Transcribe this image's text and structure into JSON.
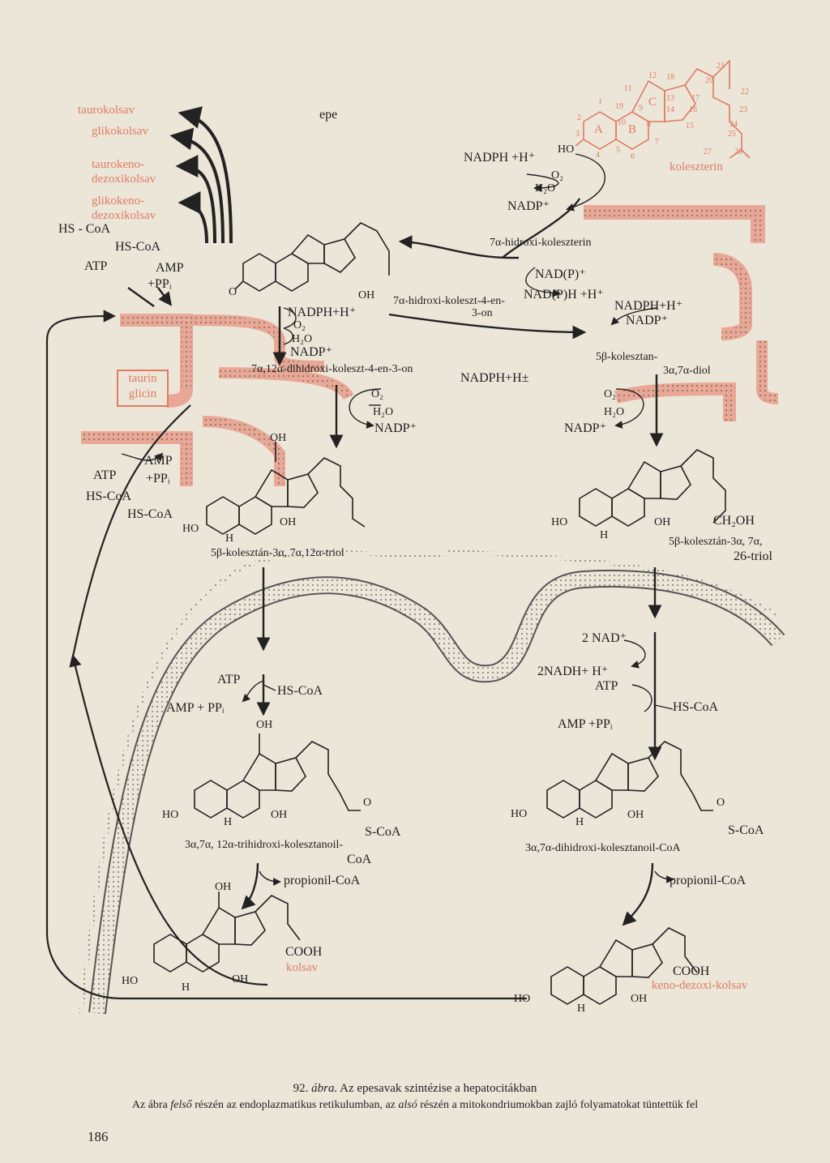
{
  "bile_label": "epe",
  "cholesterol": {
    "name": "koleszterin",
    "ring_letters": [
      "A",
      "B",
      "C"
    ],
    "atom_numbers": [
      "1",
      "2",
      "3",
      "4",
      "5",
      "6",
      "7",
      "8",
      "9",
      "10",
      "11",
      "12",
      "13",
      "14",
      "15",
      "16",
      "17",
      "18",
      "19",
      "20",
      "21",
      "22",
      "23",
      "24",
      "25",
      "26",
      "27"
    ],
    "ho": "HO"
  },
  "er_step1": {
    "nadph": "NADPH +H⁺",
    "o2": "O₂",
    "h2o": "H₂O",
    "nadp": "NADP⁺",
    "product": "7α-hidroxi-koleszterin"
  },
  "er_step2": {
    "nadp_in": "NAD(P)⁺",
    "nadph_out": "NAD(P)H +H⁺",
    "product_l1": "7α-hidroxi-koleszt-4-en-",
    "product_l2": "3-on",
    "oh": "OH",
    "o": "O"
  },
  "er_step3": {
    "nadph": "NADPH+H⁺",
    "o2": "O₂",
    "h2o": "H₂O",
    "nadp": "NADP⁺",
    "product": "7α,12α-dihidroxi-koleszt-4-en-3-on"
  },
  "er_step4": {
    "nadph": "NADPH+H⁺",
    "nadp": "NADP⁺",
    "product_l1": "5β-kolesztan-",
    "product_l2": "3α,7α-diol"
  },
  "er_step5": {
    "nadph": "NADPH+H±",
    "o2": "O₂",
    "h2o": "H₂O",
    "nadp": "NADP⁺"
  },
  "er_step6": {
    "o2": "O₂",
    "h2o": "H₂O",
    "nadp": "NADP⁺"
  },
  "triol_left": {
    "name": "5β-kolesztán-3α, 7α,12α-triol",
    "oh_top": "OH",
    "ho": "HO",
    "h": "H",
    "oh": "OH"
  },
  "triol_right": {
    "name_l1": "5β-kolesztán-3α, 7α,",
    "name_l2": "26-triol",
    "ho": "HO",
    "h": "H",
    "oh": "OH",
    "ch2oh": "CH₂OH"
  },
  "bile_acids": [
    "taurokolsav",
    "glikokolsav",
    "taurokeno-",
    "dezoxikolsav",
    "glikokeno-",
    "dezoxikolsav"
  ],
  "conjugation": {
    "hscoa1": "HS - CoA",
    "hscoa2": "HS-CoA",
    "atp": "ATP",
    "amp": "AMP",
    "pp": "+PPᵢ",
    "taurin": "taurin",
    "glicin": "glicin"
  },
  "conjugation2": {
    "atp": "ATP",
    "amp": "AMP",
    "pp": "+PPᵢ",
    "hscoa1": "HS-CoA",
    "hscoa2": "HS-CoA"
  },
  "mito_left": {
    "atp": "ATP",
    "hscoa": "HS-CoA",
    "amppp": "AMP + PPᵢ",
    "oh_top": "OH",
    "ho": "HO",
    "h": "H",
    "oh": "OH",
    "o": "O",
    "scoa": "S-CoA",
    "name_l1": "3α,7α, 12α-trihidroxi-kolesztanoil-",
    "name_l2": "CoA",
    "propionyl": "propionil-CoA"
  },
  "mito_right": {
    "nad": "2 NAD⁺",
    "nadh": "2NADH+ H⁺",
    "atp": "ATP",
    "hscoa": "HS-CoA",
    "amppp": "AMP +PPᵢ",
    "ho": "HO",
    "h": "H",
    "oh": "OH",
    "o": "O",
    "scoa": "S-CoA",
    "name": "3α,7α-dihidroxi-kolesztanoil-CoA",
    "propionyl": "propionil-CoA"
  },
  "cholic": {
    "oh_top": "OH",
    "ho": "HO",
    "h": "H",
    "oh": "OH",
    "cooh": "COOH",
    "name": "kolsav"
  },
  "cdca": {
    "ho": "HO",
    "h": "H",
    "oh": "OH",
    "cooh": "COOH",
    "name": "keno-dezoxi-kolsav"
  },
  "caption": {
    "title_num": "92.",
    "title_abra": "ábra.",
    "title_rest": "Az epesavak szintézise a hepatocitákban",
    "line2_a": "Az ábra",
    "line2_b": "felső",
    "line2_c": "részén az endoplazmatikus retikulumban, az",
    "line2_d": "alsó",
    "line2_e": "részén a mitokondriumokban zajló folyamatokat tüntettük fel"
  },
  "page_number": "186",
  "colors": {
    "accent": "#e07a63",
    "ink": "#222222",
    "paper": "#ece6d8"
  }
}
